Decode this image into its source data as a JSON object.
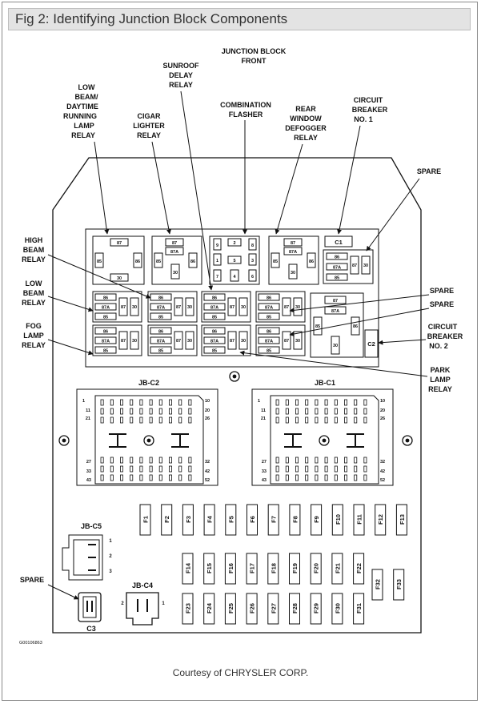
{
  "title": "Fig 2: Identifying Junction Block Components",
  "credit": "Courtesy of CHRYSLER CORP.",
  "doc_id": "G00106863",
  "labels": {
    "front": [
      "JUNCTION BLOCK",
      "FRONT"
    ],
    "sunroof": [
      "SUNROOF",
      "DELAY",
      "RELAY"
    ],
    "low_beam_drl": [
      "LOW",
      "BEAM/",
      "DAYTIME",
      "RUNNING",
      "LAMP",
      "RELAY"
    ],
    "cigar": [
      "CIGAR",
      "LIGHTER",
      "RELAY"
    ],
    "combination": [
      "COMBINATION",
      "FLASHER"
    ],
    "rear_window": [
      "REAR",
      "WINDOW",
      "DEFOGGER",
      "RELAY"
    ],
    "cb1": [
      "CIRCUIT",
      "BREAKER",
      "NO. 1"
    ],
    "spare_top": [
      "SPARE"
    ],
    "high_beam": [
      "HIGH",
      "BEAM",
      "RELAY"
    ],
    "low_beam": [
      "LOW",
      "BEAM",
      "RELAY"
    ],
    "fog": [
      "FOG",
      "LAMP",
      "RELAY"
    ],
    "spare_r1": [
      "SPARE"
    ],
    "spare_r2": [
      "SPARE"
    ],
    "cb2": [
      "CIRCUIT",
      "BREAKER",
      "NO. 2"
    ],
    "park": [
      "PARK",
      "LAMP",
      "RELAY"
    ],
    "spare_c3": [
      "SPARE"
    ]
  },
  "relay_pins": {
    "p86": "86",
    "p87": "87",
    "p87a": "87A",
    "p85": "85",
    "p30": "30"
  },
  "flasher_pins": [
    "9",
    "2",
    "8",
    "1",
    "5",
    "3",
    "7",
    "4",
    "6"
  ],
  "cb_labels": {
    "c1": "C1",
    "c2": "C2"
  },
  "connectors": {
    "jbc2": "JB-C2",
    "jbc1": "JB-C1",
    "jbc5": "JB-C5",
    "jbc4": "JB-C4",
    "c3": "C3",
    "left_pins": [
      "1",
      "11",
      "21",
      "27",
      "33",
      "43"
    ],
    "right_pins": [
      "10",
      "20",
      "26",
      "32",
      "42",
      "52"
    ],
    "c5_pins": [
      "1",
      "2",
      "3"
    ],
    "c4_pins": [
      "2",
      "1"
    ]
  },
  "fuses_row1": [
    "F1",
    "F2",
    "F3",
    "F4",
    "F5",
    "F6",
    "F7",
    "F8",
    "F9",
    "F10",
    "F11",
    "F12",
    "F13"
  ],
  "fuses_row2": [
    "F14",
    "F15",
    "F16",
    "F17",
    "F18",
    "F19",
    "F20",
    "F21",
    "F22"
  ],
  "fuses_row3": [
    "F23",
    "F24",
    "F25",
    "F26",
    "F27",
    "F28",
    "F29",
    "F30",
    "F31"
  ],
  "fuses_side": [
    "F32",
    "F33"
  ]
}
